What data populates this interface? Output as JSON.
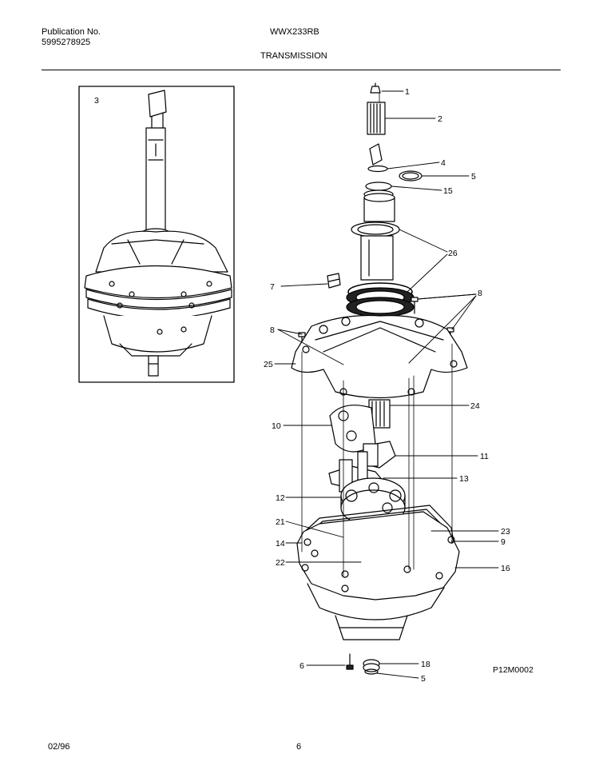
{
  "header": {
    "publication_label": "Publication No.",
    "publication_number": "5995278925",
    "model": "WWX233RB",
    "section_title": "TRANSMISSION"
  },
  "inset": {
    "label": "3"
  },
  "callouts": {
    "c1": "1",
    "c2": "2",
    "c4": "4",
    "c5a": "5",
    "c15": "15",
    "c26": "26",
    "c7": "7",
    "c8a": "8",
    "c8b": "8",
    "c25": "25",
    "c24": "24",
    "c10": "10",
    "c11": "11",
    "c13": "13",
    "c12": "12",
    "c21": "21",
    "c14": "14",
    "c22": "22",
    "c23": "23",
    "c9": "9",
    "c16": "16",
    "c6": "6",
    "c18": "18",
    "c5b": "5"
  },
  "diagram_code": "P12M0002",
  "footer": {
    "date": "02/96",
    "page_number": "6"
  }
}
